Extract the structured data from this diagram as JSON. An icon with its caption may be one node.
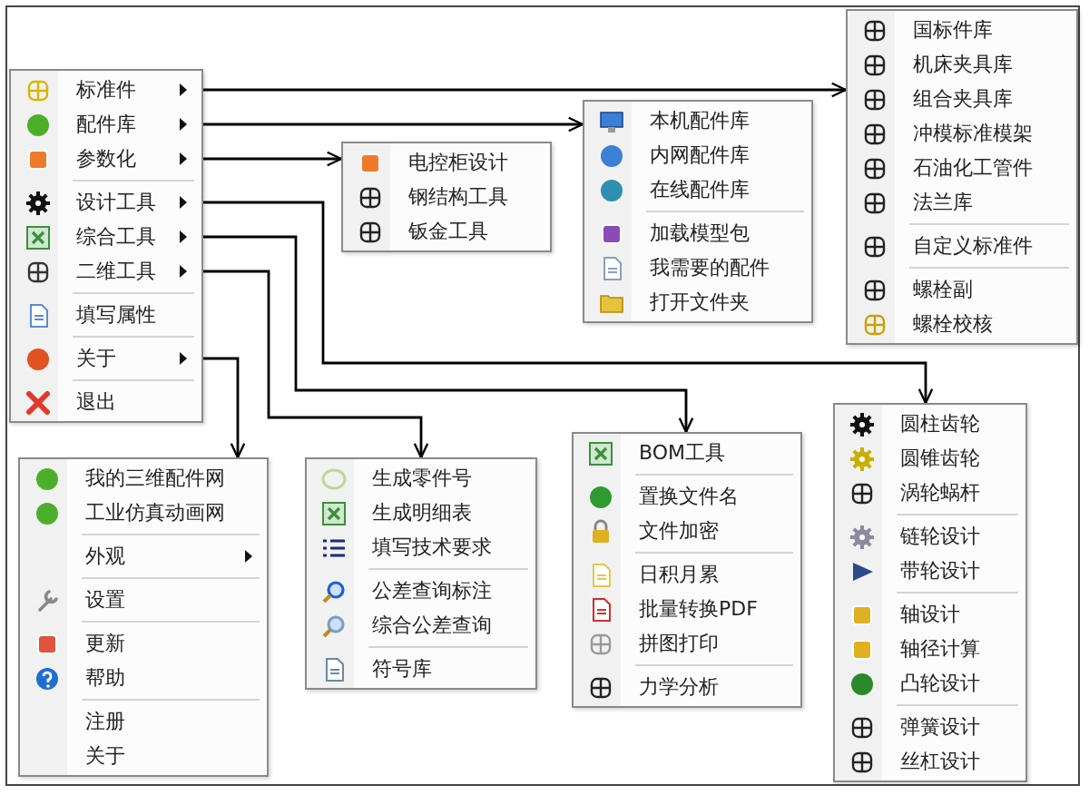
{
  "diagram": {
    "nodes": [
      {
        "text": [],
        "shape": "box"
      },
      {
        "text": [
          "标准件"
        ],
        "in": 0
      },
      {
        "text": [
          "配件库"
        ],
        "in": 0
      },
      {
        "text": [
          "参数化"
        ],
        "in": 0
      },
      {
        "text": [
          "设计工具"
        ],
        "in": 0
      },
      {
        "text": [
          "综合工具"
        ],
        "in": 0
      },
      {
        "text": [
          "二维工具"
        ],
        "in": 0
      },
      {
        "text": [
          "填写属性"
        ],
        "in": 0
      },
      {
        "text": [
          "关于"
        ],
        "in": 0
      },
      {
        "text": [
          "退出"
        ],
        "in": 0
      },
      {
        "text": [],
        "shape": "box"
      },
      {
        "text": [
          "国标件库"
        ],
        "in": 10
      },
      {
        "text": [
          "机床夹具库"
        ],
        "in": 10
      },
      {
        "text": [
          "组合夹具库"
        ],
        "in": 10
      },
      {
        "text": [
          "冲模标准模架"
        ],
        "in": 10
      },
      {
        "text": [
          "石油化工管件"
        ],
        "in": 10
      },
      {
        "text": [
          "法兰库"
        ],
        "in": 10
      },
      {
        "text": [
          "自定义标准件"
        ],
        "in": 10
      },
      {
        "text": [
          "螺栓副"
        ],
        "in": 10
      },
      {
        "text": [
          "螺栓校核"
        ],
        "in": 10
      },
      {
        "text": [],
        "shape": "box"
      },
      {
        "text": [
          "电控柜设计"
        ],
        "in": 20
      },
      {
        "text": [
          "钢结构工具"
        ],
        "in": 20
      },
      {
        "text": [
          "钣金工具"
        ],
        "in": 20
      },
      {
        "text": [],
        "shape": "box"
      },
      {
        "text": [
          "本机配件库"
        ],
        "in": 24
      },
      {
        "text": [
          "内网配件库"
        ],
        "in": 24
      },
      {
        "text": [
          "在线配件库"
        ],
        "in": 24
      },
      {
        "text": [
          "加载模型包"
        ],
        "in": 24
      },
      {
        "text": [
          "我需要的配件"
        ],
        "in": 24
      },
      {
        "text": [
          "打开文件夹"
        ],
        "in": 24
      },
      {
        "text": [],
        "shape": "box"
      },
      {
        "text": [
          "我的三维配件网"
        ],
        "in": 31
      },
      {
        "text": [
          "工业仿真动画网"
        ],
        "in": 31
      },
      {
        "text": [
          "外观"
        ],
        "in": 31
      },
      {
        "text": [
          "设置"
        ],
        "in": 31
      },
      {
        "text": [
          "更新"
        ],
        "in": 31
      },
      {
        "text": [
          "帮助"
        ],
        "in": 31
      },
      {
        "text": [
          "注册"
        ],
        "in": 31
      },
      {
        "text": [
          "关于"
        ],
        "in": 31
      },
      {
        "text": [],
        "shape": "box"
      },
      {
        "text": [
          "生成零件号"
        ],
        "in": 40
      },
      {
        "text": [
          "生成明细表"
        ],
        "in": 40
      },
      {
        "text": [
          "填写技术要求"
        ],
        "in": 40
      },
      {
        "text": [
          "公差查询标注"
        ],
        "in": 40
      },
      {
        "text": [
          "综合公差查询"
        ],
        "in": 40
      },
      {
        "text": [
          "符号库"
        ],
        "in": 40
      },
      {
        "text": [],
        "shape": "box"
      },
      {
        "text": [
          "BOM工具"
        ],
        "in": 47
      },
      {
        "text": [
          "置换文件名"
        ],
        "in": 47
      },
      {
        "text": [
          "文件加密"
        ],
        "in": 47
      },
      {
        "text": [
          "日积月累"
        ],
        "in": 47
      },
      {
        "text": [
          "批量转换PDF"
        ],
        "in": 47
      },
      {
        "text": [
          "拼图打印"
        ],
        "in": 47
      },
      {
        "text": [
          "力学分析"
        ],
        "in": 47
      },
      {
        "text": [],
        "shape": "box"
      },
      {
        "text": [
          "圆柱齿轮"
        ],
        "in": 55
      },
      {
        "text": [
          "圆锥齿轮"
        ],
        "in": 55
      },
      {
        "text": [
          "涡轮蜗杆"
        ],
        "in": 55
      },
      {
        "text": [
          "链轮设计"
        ],
        "in": 55
      },
      {
        "text": [
          "带轮设计"
        ],
        "in": 55
      },
      {
        "text": [
          "轴设计"
        ],
        "in": 55
      },
      {
        "text": [
          "轴径计算"
        ],
        "in": 55
      },
      {
        "text": [
          "凸轮设计"
        ],
        "in": 55
      },
      {
        "text": [
          "弹簧设计"
        ],
        "in": 55
      },
      {
        "text": [
          "丝杠设计"
        ],
        "in": 55
      }
    ],
    "edges": [
      {
        "from": 1,
        "to": 10,
        "arrow": "to"
      },
      {
        "from": 2,
        "to": 24,
        "arrow": "to"
      },
      {
        "from": 3,
        "to": 20,
        "arrow": "to"
      },
      {
        "from": 4,
        "to": 55,
        "arrow": "to"
      },
      {
        "from": 5,
        "to": 47,
        "arrow": "to"
      },
      {
        "from": 6,
        "to": 40,
        "arrow": "to"
      },
      {
        "from": 8,
        "to": 31,
        "arrow": "to"
      }
    ]
  }
}
